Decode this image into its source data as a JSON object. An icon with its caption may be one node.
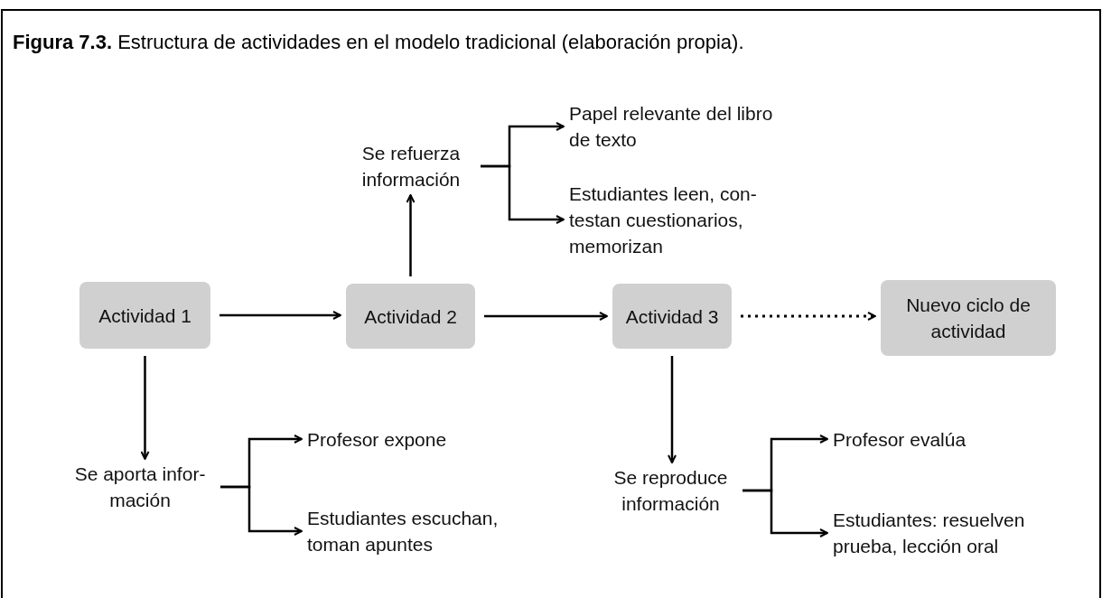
{
  "diagram": {
    "title": "**Figura 7.3.** Estructura de actividades en el modelo tradicional (elaboración propia).",
    "nodes": [
      {
        "text": [
          "Actividad 1"
        ]
      },
      {
        "text": [
          "Actividad 2"
        ]
      },
      {
        "text": [
          "Actividad 3"
        ]
      },
      {
        "text": [
          "Nuevo ciclo de actividad"
        ]
      },
      {
        "text": [
          "Se refuerza información"
        ]
      },
      {
        "text": [
          "Papel relevante del libro de texto"
        ]
      },
      {
        "text": [
          "Estudiantes leen, con-testan cuestionarios, memorizan"
        ]
      },
      {
        "text": [
          "Se aporta infor-mación"
        ]
      },
      {
        "text": [
          "Profesor expone"
        ]
      },
      {
        "text": [
          "Estudiantes escuchan, toman apuntes"
        ]
      },
      {
        "text": [
          "Se reproduce información"
        ]
      },
      {
        "text": [
          "Profesor evalúa"
        ]
      },
      {
        "text": [
          "Estudiantes: resuelven prueba, lección oral"
        ]
      }
    ],
    "edges": [
      {
        "from": 0,
        "to": 1,
        "arrow": "to"
      },
      {
        "from": 1,
        "to": 2,
        "arrow": "to"
      },
      {
        "from": 2,
        "to": 3,
        "arrow": "to",
        "style": "dashed"
      },
      {
        "from": 1,
        "to": 4,
        "arrow": "to"
      },
      {
        "from": 4,
        "to": 5,
        "arrow": "to"
      },
      {
        "from": 4,
        "to": 6,
        "arrow": "to"
      },
      {
        "from": 0,
        "to": 7,
        "arrow": "to"
      },
      {
        "from": 7,
        "to": 8,
        "arrow": "to"
      },
      {
        "from": 7,
        "to": 9,
        "arrow": "to"
      },
      {
        "from": 2,
        "to": 10,
        "arrow": "to"
      },
      {
        "from": 10,
        "to": 11,
        "arrow": "to"
      },
      {
        "from": 10,
        "to": 12,
        "arrow": "to"
      }
    ]
  }
}
